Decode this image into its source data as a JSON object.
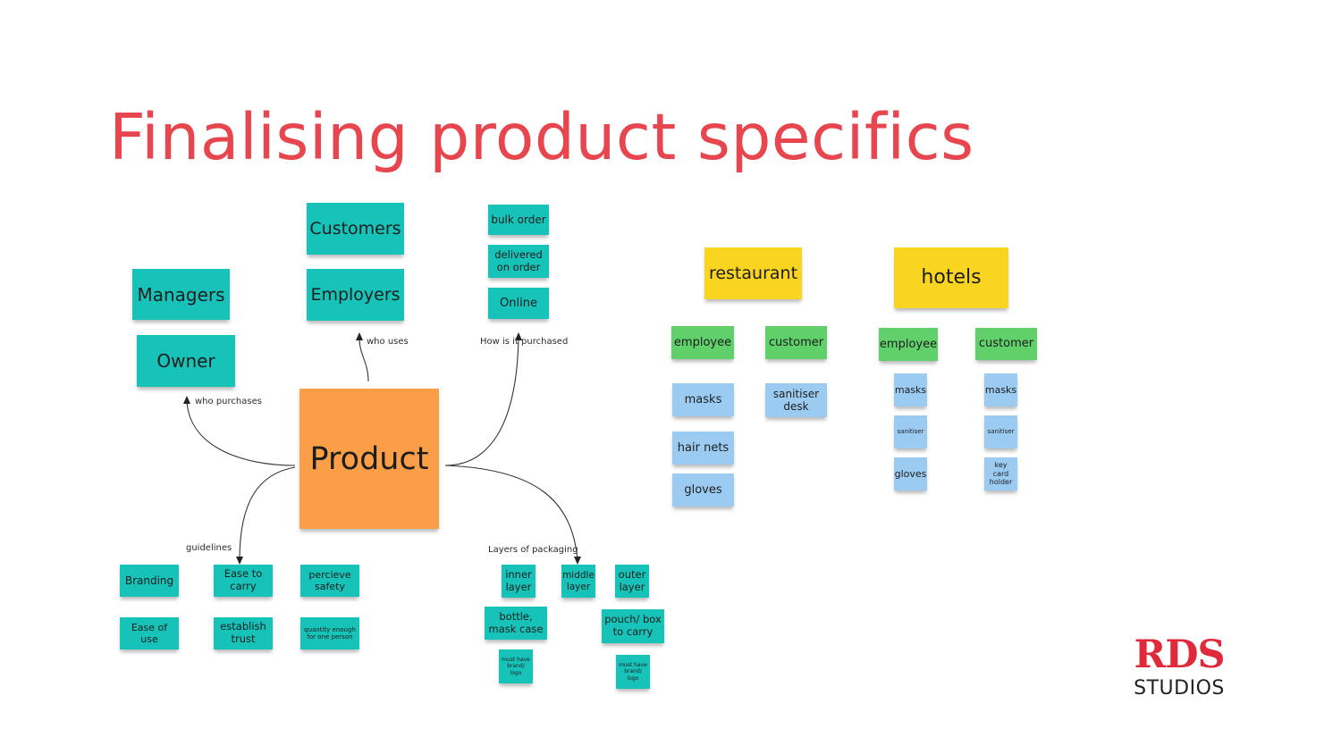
{
  "slide": {
    "title": "Finalising product specifics"
  },
  "mindmap": {
    "center": "Product",
    "who_purchases": {
      "label": "who purchases",
      "notes": [
        "Managers",
        "Owner"
      ]
    },
    "who_uses": {
      "label": "who uses",
      "notes": [
        "Customers",
        "Employers"
      ]
    },
    "how_purchased": {
      "label": "How is it purchased",
      "notes": [
        "bulk order",
        "delivered on order",
        "Online"
      ]
    },
    "guidelines": {
      "label": "guidelines",
      "notes": [
        "Branding",
        "Ease to carry",
        "percieve safety",
        "Ease of use",
        "establish trust",
        "quantity enough for one person"
      ]
    },
    "packaging": {
      "label": "Layers of packaging",
      "notes": [
        "inner layer",
        "middle layer",
        "outer layer",
        "bottle, mask case",
        "pouch/ box to carry",
        "must have brand/ logo",
        "must have brand/ logo"
      ]
    }
  },
  "segments": {
    "restaurant": {
      "title": "restaurant",
      "employee": {
        "label": "employee",
        "items": [
          "masks",
          "hair nets",
          "gloves"
        ]
      },
      "customer": {
        "label": "customer",
        "items": [
          "sanitiser desk"
        ]
      }
    },
    "hotels": {
      "title": "hotels",
      "employee": {
        "label": "employee",
        "items": [
          "masks",
          "sanitiser",
          "gloves"
        ]
      },
      "customer": {
        "label": "customer",
        "items": [
          "masks",
          "sanitiser",
          "key card holder"
        ]
      }
    }
  },
  "logo": {
    "brand": "RDS",
    "sub": "STUDIOS"
  },
  "colors": {
    "title": "#e8464f",
    "teal": "#17c3b8",
    "orange": "#fa9e47",
    "yellow": "#f9d420",
    "green": "#5fd06a",
    "blue": "#9ccbf2",
    "logo_red": "#e02a3b"
  }
}
